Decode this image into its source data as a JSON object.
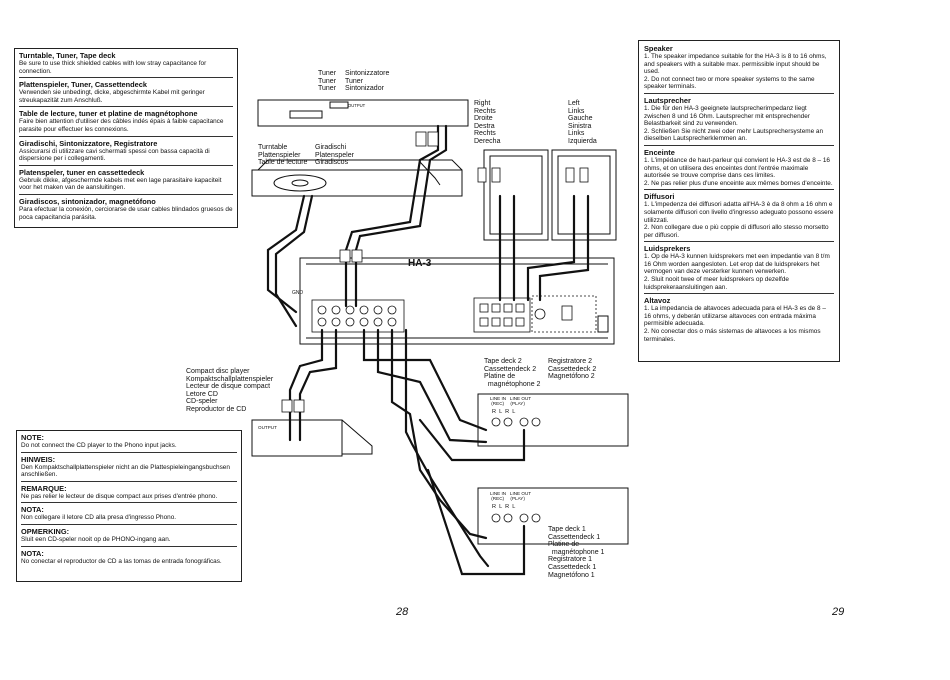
{
  "left_notes": [
    {
      "title": "Turntable, Tuner, Tape deck",
      "text": "Be sure to use thick shielded cables with low stray capacitance for connection."
    },
    {
      "title": "Plattenspieler, Tuner, Cassettendeck",
      "text": "Verwenden sie unbedingt, dicke, abgeschirmte Kabel mit geringer streukapazität zum Anschluß."
    },
    {
      "title": "Table de lecture, tuner et platine de magnétophone",
      "text": "Faire bien attention d'utiliser des câbles indés épais à faible capacitance parasite pour effectuer les connexions."
    },
    {
      "title": "Giradischi, Sintonizzatore, Registratore",
      "text": "Assicurarsi di utilizzare cavi schermati spessi con bassa capacità di dispersione per i collegamenti."
    },
    {
      "title": "Platenspeler, tuner en cassettedeck",
      "text": "Gebruik dikke, afgeschermde kabels met een lage parasitaire kapaciteit voor het maken van de aansluitingen."
    },
    {
      "title": "Giradiscos, sintonizador, magnetófono",
      "text": "Para efectuar la conexión, cerciorarse de usar cables blindados gruesos de poca capacitancia parásita."
    }
  ],
  "bottom_notes": [
    {
      "title": "NOTE:",
      "text": "Do not connect the CD player to the Phono input jacks."
    },
    {
      "title": "HINWEIS:",
      "text": "Den Kompaktschallplattenspieler nicht an die Plattespieleingangsbuchsen anschließen."
    },
    {
      "title": "REMARQUE:",
      "text": "Ne pas relier le lecteur de disque compact aux prises d'entrée phono."
    },
    {
      "title": "NOTA:",
      "text": "Non collegare il letore CD alla presa d'ingresso Phono."
    },
    {
      "title": "OPMERKING:",
      "text": "Sluit een CD-speler nooit op de PHONO-ingang aan."
    },
    {
      "title": "NOTA:",
      "text": "No conectar el reproductor de CD a las tomas de entrada fonográficas."
    }
  ],
  "right_notes": [
    {
      "title": "Speaker",
      "items": [
        "1. The speaker impedance suitable for the HA-3 is 8 to 16 ohms, and speakers with a suitable max. permissible input should be used.",
        "2. Do not connect two or more speaker systems to the same speaker terminals."
      ]
    },
    {
      "title": "Lautsprecher",
      "items": [
        "1. Die für den HA-3 geeignete lautsprecherimpedanz liegt zwischen 8 und 16 Ohm. Lautsprecher mit entsprechender Belastbarkeit sind zu verwenden.",
        "2. Schließen Sie nicht zwei oder mehr Lautsprechersysteme an dieselben Lautsprecherklemmen an."
      ]
    },
    {
      "title": "Enceinte",
      "items": [
        "1. L'impédance de haut-parleur qui convient le HA-3 est de 8 – 16 ohms, et on utilisera des enceintes dont l'entrée maximale autorisée se trouve comprise dans ces limites.",
        "2. Ne pas relier plus d'une enceinte aux mêmes bornes d'enceinte."
      ]
    },
    {
      "title": "Diffusori",
      "items": [
        "1. L'impedenza dei diffusori adatta all'HA-3 è da 8 ohm a 16 ohm e solamente diffusori con livello d'ingresso adeguato possono essere utilizzati.",
        "2. Non collegare due o più coppie di diffusori allo stesso morsetto per diffusori."
      ]
    },
    {
      "title": "Luidsprekers",
      "items": [
        "1. Op de HA-3 kunnen luidsprekers met een impedantie van 8 t/m 16 Ohm worden aangesloten. Let erop dat de luidsprekers het vermogen van deze versterker kunnen verwerken.",
        "2. Sluit nooit twee of meer luidsprekers op dezelfde luidsprekeraansluitingen aan."
      ]
    },
    {
      "title": "Altavoz",
      "items": [
        "1. La impedancia de altavoces adecuada para el HA-3 es de 8 – 16 ohms, y deberán utilizarse altavoces con entrada máxima permisible adecuada.",
        "2. No conectar dos o más sistemas de altavoces a los mismos terminales."
      ]
    }
  ],
  "labels": {
    "tuner": "Tuner\nTuner\nTuner",
    "tuner_alt": "Sintonizzatore\nTuner\nSintonizador",
    "turntable": "Turntable\nPlattenspieler\nTable de lecture",
    "turntable_alt": "Giradischi\nPlatenspeler\nGiradiscos",
    "right": "Right\nRechts\nDroite\nDestra\nRechts\nDerecha",
    "left": "Left\nLinks\nGauche\nSinistra\nLinks\nIzquierda",
    "cd": "Compact disc player\nKompaktschallplattenspieler\nLecteur de disque compact\nLetore CD\nCD-speler\nReproductor de CD",
    "tape2": "Tape deck 2\nCassettendeck 2\nPlatine de\n  magnétophone 2",
    "tape2_alt": "Registratore 2\nCassettedeck 2\nMagnetófono 2",
    "tape1": "Tape deck 1\nCassettendeck 1\nPlatine de\n  magnétophone 1\nRegistratore 1\nCassettedeck 1\nMagnetófono 1",
    "amp": "HA-3",
    "gnd": "GND",
    "line_in_out": "LINE IN   LINE OUT\n (REC)     (PLAY)",
    "rlrl": "R  L  R  L",
    "output": "OUTPUT"
  },
  "page_numbers": {
    "left": "28",
    "right": "29"
  }
}
